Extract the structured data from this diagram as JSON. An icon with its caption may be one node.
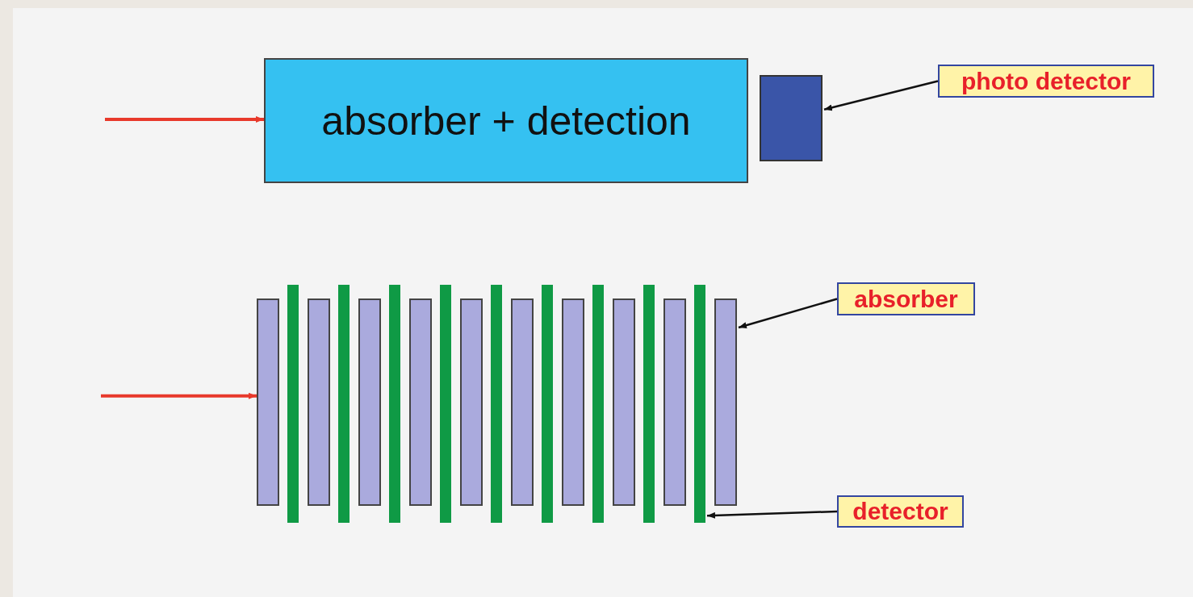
{
  "diagram": {
    "nodes": [
      {
        "text": [
          "absorber + detection"
        ]
      },
      {
        "text": [],
        "shape": "box"
      },
      {
        "text": [
          "photo detector"
        ]
      },
      {
        "text": [],
        "shape": "bar"
      },
      {
        "text": [],
        "shape": "bar"
      },
      {
        "text": [],
        "shape": "bar"
      },
      {
        "text": [],
        "shape": "bar"
      },
      {
        "text": [],
        "shape": "bar"
      },
      {
        "text": [],
        "shape": "bar"
      },
      {
        "text": [],
        "shape": "bar"
      },
      {
        "text": [],
        "shape": "bar"
      },
      {
        "text": [],
        "shape": "bar"
      },
      {
        "text": [],
        "shape": "bar"
      },
      {
        "text": [],
        "shape": "bar"
      },
      {
        "text": [],
        "shape": "bar"
      },
      {
        "text": [],
        "shape": "bar"
      },
      {
        "text": [],
        "shape": "bar"
      },
      {
        "text": [],
        "shape": "bar"
      },
      {
        "text": [],
        "shape": "bar"
      },
      {
        "text": [],
        "shape": "bar"
      },
      {
        "text": [],
        "shape": "bar"
      },
      {
        "text": [],
        "shape": "bar"
      },
      {
        "text": [
          "absorber"
        ]
      },
      {
        "text": [
          "detector"
        ]
      }
    ],
    "edges": [
      {
        "from": null,
        "to": 0,
        "arrow": "to",
        "color": "#e8392b"
      },
      {
        "from": 2,
        "to": 1,
        "arrow": "to"
      },
      {
        "from": null,
        "to": 3,
        "arrow": "to",
        "color": "#e8392b"
      },
      {
        "from": 22,
        "to": 21,
        "arrow": "to"
      },
      {
        "from": 23,
        "to": 20,
        "arrow": "to"
      }
    ]
  }
}
